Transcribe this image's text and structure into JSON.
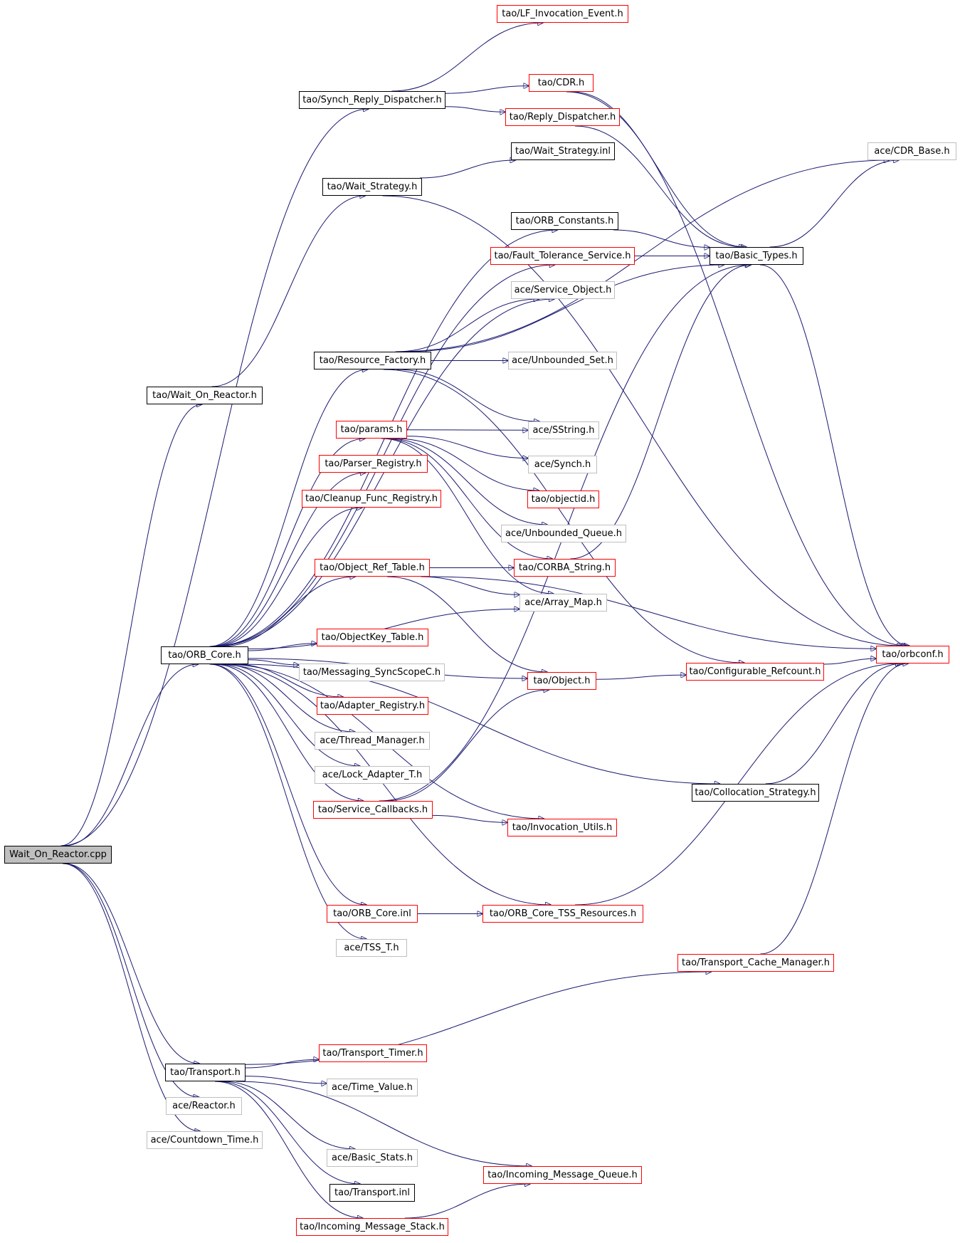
{
  "colors": {
    "edge": "#191970",
    "border_normal": "#000000",
    "border_red": "#ff0000",
    "border_gray": "#bfbfbf",
    "root_fill": "#bfbfbf"
  },
  "nodes": {
    "wait_on_reactor_cpp": "Wait_On_Reactor.cpp",
    "lf_invocation_event": "tao/LF_Invocation_Event.h",
    "synch_reply_dispatcher": "tao/Synch_Reply_Dispatcher.h",
    "cdr_h": "tao/CDR.h",
    "reply_dispatcher": "tao/Reply_Dispatcher.h",
    "cdr_base": "ace/CDR_Base.h",
    "wait_strategy_inl": "tao/Wait_Strategy.inl",
    "wait_strategy_h": "tao/Wait_Strategy.h",
    "orb_constants": "tao/ORB_Constants.h",
    "fault_tolerance_service": "tao/Fault_Tolerance_Service.h",
    "basic_types": "tao/Basic_Types.h",
    "service_object": "ace/Service_Object.h",
    "resource_factory": "tao/Resource_Factory.h",
    "unbounded_set": "ace/Unbounded_Set.h",
    "wait_on_reactor_h": "tao/Wait_On_Reactor.h",
    "params": "tao/params.h",
    "sstring": "ace/SString.h",
    "parser_registry": "tao/Parser_Registry.h",
    "synch": "ace/Synch.h",
    "cleanup_func_registry": "tao/Cleanup_Func_Registry.h",
    "objectid": "tao/objectid.h",
    "unbounded_queue": "ace/Unbounded_Queue.h",
    "object_ref_table": "tao/Object_Ref_Table.h",
    "corba_string": "tao/CORBA_String.h",
    "array_map": "ace/Array_Map.h",
    "objectkey_table": "tao/ObjectKey_Table.h",
    "orbconf": "tao/orbconf.h",
    "orb_core_h": "tao/ORB_Core.h",
    "messaging_syncscopec": "tao/Messaging_SyncScopeC.h",
    "object_h": "tao/Object.h",
    "configurable_refcount": "tao/Configurable_Refcount.h",
    "adapter_registry": "tao/Adapter_Registry.h",
    "thread_manager": "ace/Thread_Manager.h",
    "lock_adapter_t": "ace/Lock_Adapter_T.h",
    "collocation_strategy": "tao/Collocation_Strategy.h",
    "service_callbacks": "tao/Service_Callbacks.h",
    "invocation_utils": "tao/Invocation_Utils.h",
    "orb_core_inl": "tao/ORB_Core.inl",
    "orb_core_tss_resources": "tao/ORB_Core_TSS_Resources.h",
    "tss_t": "ace/TSS_T.h",
    "transport_cache_manager": "tao/Transport_Cache_Manager.h",
    "transport_timer": "tao/Transport_Timer.h",
    "transport_h": "tao/Transport.h",
    "time_value": "ace/Time_Value.h",
    "reactor": "ace/Reactor.h",
    "countdown_time": "ace/Countdown_Time.h",
    "basic_stats": "ace/Basic_Stats.h",
    "incoming_message_queue": "tao/Incoming_Message_Queue.h",
    "transport_inl": "tao/Transport.inl",
    "incoming_message_stack": "tao/Incoming_Message_Stack.h"
  },
  "edges": [
    [
      "wait_on_reactor_cpp",
      "wait_on_reactor_h"
    ],
    [
      "wait_on_reactor_cpp",
      "orb_core_h"
    ],
    [
      "wait_on_reactor_cpp",
      "transport_h"
    ],
    [
      "wait_on_reactor_cpp",
      "reactor"
    ],
    [
      "wait_on_reactor_cpp",
      "countdown_time"
    ],
    [
      "wait_on_reactor_cpp",
      "synch_reply_dispatcher"
    ],
    [
      "wait_on_reactor_h",
      "wait_strategy_h"
    ],
    [
      "wait_strategy_h",
      "wait_strategy_inl"
    ],
    [
      "wait_strategy_h",
      "orbconf"
    ],
    [
      "synch_reply_dispatcher",
      "lf_invocation_event"
    ],
    [
      "synch_reply_dispatcher",
      "cdr_h"
    ],
    [
      "synch_reply_dispatcher",
      "reply_dispatcher"
    ],
    [
      "cdr_h",
      "basic_types"
    ],
    [
      "cdr_h",
      "orbconf"
    ],
    [
      "reply_dispatcher",
      "basic_types"
    ],
    [
      "basic_types",
      "cdr_base"
    ],
    [
      "basic_types",
      "orbconf"
    ],
    [
      "orb_constants",
      "basic_types"
    ],
    [
      "fault_tolerance_service",
      "basic_types"
    ],
    [
      "resource_factory",
      "basic_types"
    ],
    [
      "resource_factory",
      "service_object"
    ],
    [
      "resource_factory",
      "unbounded_set"
    ],
    [
      "resource_factory",
      "sstring"
    ],
    [
      "resource_factory",
      "configurable_refcount"
    ],
    [
      "resource_factory",
      "cdr_base"
    ],
    [
      "params",
      "sstring"
    ],
    [
      "params",
      "synch"
    ],
    [
      "params",
      "objectid"
    ],
    [
      "params",
      "unbounded_queue"
    ],
    [
      "params",
      "corba_string"
    ],
    [
      "params",
      "array_map"
    ],
    [
      "object_ref_table",
      "corba_string"
    ],
    [
      "object_ref_table",
      "array_map"
    ],
    [
      "object_ref_table",
      "orbconf"
    ],
    [
      "object_ref_table",
      "object_h"
    ],
    [
      "corba_string",
      "basic_types"
    ],
    [
      "object_h",
      "configurable_refcount"
    ],
    [
      "configurable_refcount",
      "orbconf"
    ],
    [
      "collocation_strategy",
      "orbconf"
    ],
    [
      "service_callbacks",
      "object_h"
    ],
    [
      "service_callbacks",
      "invocation_utils"
    ],
    [
      "service_callbacks",
      "basic_types"
    ],
    [
      "orb_core_inl",
      "orb_core_tss_resources"
    ],
    [
      "orb_core_tss_resources",
      "orbconf"
    ],
    [
      "transport_cache_manager",
      "orbconf"
    ],
    [
      "orb_core_h",
      "orb_constants"
    ],
    [
      "orb_core_h",
      "fault_tolerance_service"
    ],
    [
      "orb_core_h",
      "service_object"
    ],
    [
      "orb_core_h",
      "resource_factory"
    ],
    [
      "orb_core_h",
      "params"
    ],
    [
      "orb_core_h",
      "parser_registry"
    ],
    [
      "orb_core_h",
      "cleanup_func_registry"
    ],
    [
      "orb_core_h",
      "object_ref_table"
    ],
    [
      "orb_core_h",
      "array_map"
    ],
    [
      "orb_core_h",
      "object_h"
    ],
    [
      "orb_core_h",
      "objectkey_table"
    ],
    [
      "orb_core_h",
      "messaging_syncscopec"
    ],
    [
      "orb_core_h",
      "adapter_registry"
    ],
    [
      "orb_core_h",
      "thread_manager"
    ],
    [
      "orb_core_h",
      "lock_adapter_t"
    ],
    [
      "orb_core_h",
      "service_callbacks"
    ],
    [
      "orb_core_h",
      "invocation_utils"
    ],
    [
      "orb_core_h",
      "collocation_strategy"
    ],
    [
      "orb_core_h",
      "orb_core_inl"
    ],
    [
      "orb_core_h",
      "tss_t"
    ],
    [
      "orb_core_h",
      "orb_core_tss_resources"
    ],
    [
      "transport_h",
      "transport_cache_manager"
    ],
    [
      "transport_h",
      "transport_timer"
    ],
    [
      "transport_h",
      "time_value"
    ],
    [
      "transport_h",
      "basic_stats"
    ],
    [
      "transport_h",
      "transport_inl"
    ],
    [
      "transport_h",
      "incoming_message_queue"
    ],
    [
      "transport_h",
      "incoming_message_stack"
    ],
    [
      "incoming_message_stack",
      "incoming_message_queue"
    ]
  ]
}
